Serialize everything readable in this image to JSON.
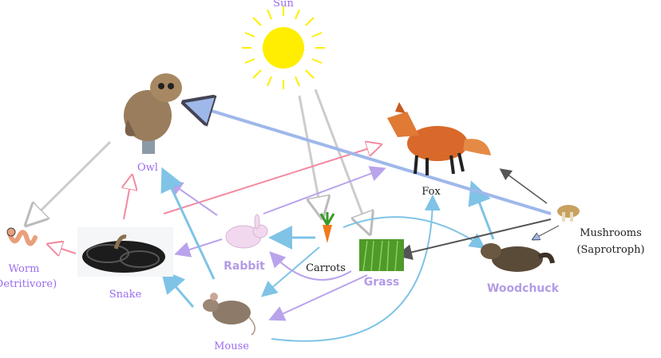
{
  "title": "Food Web",
  "labels": {
    "sun": "Sun",
    "owl": "Owl",
    "fox": "Fox",
    "worm": "Worm",
    "worm_role": "(Detritivore)",
    "snake": "Snake",
    "rabbit": "Rabbit",
    "carrots": "Carrots",
    "grass": "Grass",
    "woodchuck": "Woodchuck",
    "mushrooms": "Mushrooms",
    "mushrooms_role": "(Saprotroph)",
    "mouse": "Mouse"
  },
  "colors": {
    "sun": "#ffee00",
    "purple_arrow": "#b9a3ec",
    "blue_arrow": "#7fc3e6",
    "pink_arrow": "#f28aa0",
    "gray_arrow": "#cccccc",
    "dark_arrow": "#555555"
  }
}
